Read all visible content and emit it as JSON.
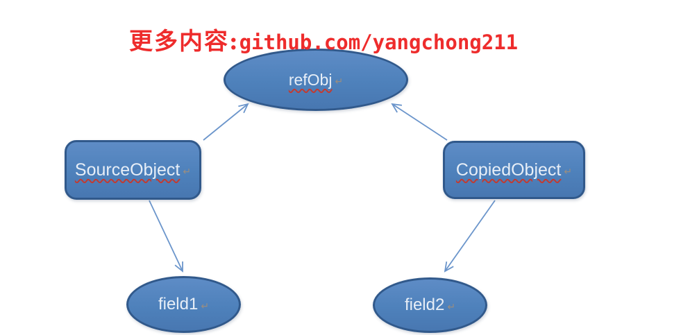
{
  "header": {
    "prefix": "更多内容:",
    "url": "github.com/yangchong211",
    "color": "#ee2c2c"
  },
  "diagram": {
    "return_mark": "↵",
    "nodes": {
      "refObj": {
        "label": "refObj",
        "shape": "ellipse",
        "misspelled_underline": true
      },
      "sourceObject": {
        "label": "SourceObject",
        "shape": "rounded-rect",
        "misspelled_underline": true
      },
      "copiedObject": {
        "label": "CopiedObject",
        "shape": "rounded-rect",
        "misspelled_underline": true
      },
      "field1": {
        "label": "field1",
        "shape": "ellipse",
        "misspelled_underline": false
      },
      "field2": {
        "label": "field2",
        "shape": "ellipse",
        "misspelled_underline": false
      }
    },
    "edges": [
      {
        "from": "sourceObject",
        "to": "refObj"
      },
      {
        "from": "copiedObject",
        "to": "refObj"
      },
      {
        "from": "sourceObject",
        "to": "field1"
      },
      {
        "from": "copiedObject",
        "to": "field2"
      }
    ],
    "colors": {
      "node_fill": "#4e81bb",
      "node_border": "#31598b",
      "node_text": "#e7eef7",
      "arrow": "#6b95cb",
      "squiggle": "#c23b31",
      "header_text": "#ee2c2c",
      "background": "#ffffff"
    }
  }
}
